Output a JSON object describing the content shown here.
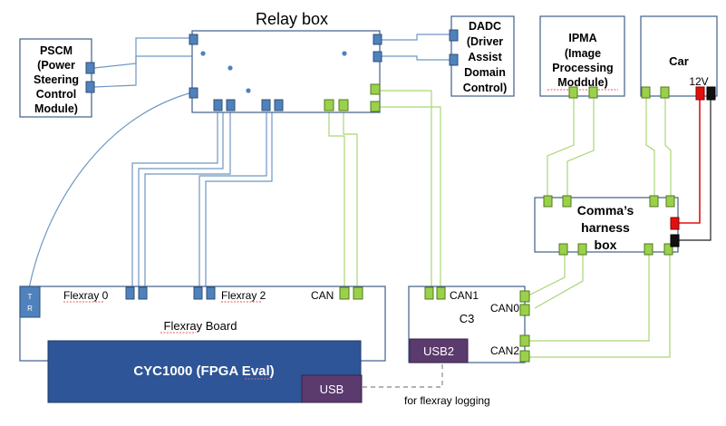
{
  "relay_box": {
    "title": "Relay box"
  },
  "pscm": {
    "line1": "PSCM",
    "line2": "(Power",
    "line3": "Steering",
    "line4": "Control",
    "line5": "Module)"
  },
  "dadc": {
    "line1": "DADC",
    "line2": "(Driver",
    "line3": "Assist",
    "line4": "Domain",
    "line5": "Control)"
  },
  "ipma": {
    "line1": "IPMA",
    "line2": "(Image",
    "line3": "Processing",
    "line4": "Moddule)"
  },
  "car": {
    "title": "Car",
    "voltage": "12V"
  },
  "harness": {
    "line1": "Comma’s",
    "line2": "harness",
    "line3": "box"
  },
  "flexray_board": {
    "title": "Flexray Board",
    "tr": "T\nR",
    "port0": "Flexray 0",
    "port2": "Flexray 2",
    "can": "CAN"
  },
  "fpga": {
    "title": "CYC1000  (FPGA  Eval)",
    "usb": "USB"
  },
  "c3": {
    "title": "C3",
    "can1": "CAN1",
    "can0": "CAN0",
    "can2": "CAN2",
    "usb2": "USB2"
  },
  "note": {
    "logging": "for flexray logging"
  },
  "colors": {
    "blue_connector": "#4f81bd",
    "green_connector": "#9bd14a",
    "fpga_fill": "#2e5597",
    "usb_fill": "#5b3a6e",
    "power_red": "#e01010",
    "ground_black": "#111111"
  }
}
